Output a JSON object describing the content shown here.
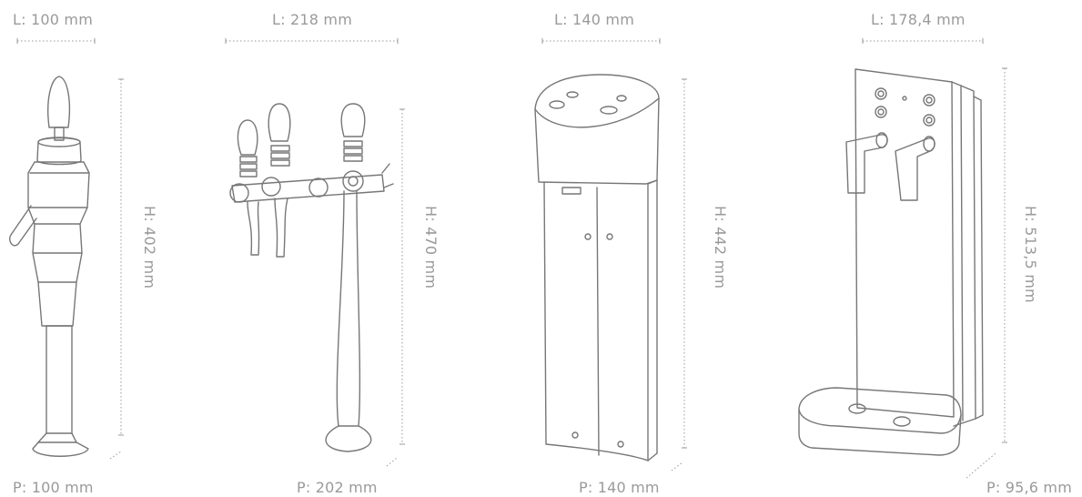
{
  "products": [
    {
      "name": "single-tap-column",
      "length": "L: 100 mm",
      "height": "H: 402 mm",
      "depth": "P: 100 mm"
    },
    {
      "name": "triple-tap-tower",
      "length": "L: 218 mm",
      "height": "H: 470 mm",
      "depth": "P: 202 mm"
    },
    {
      "name": "cabinet-tower",
      "length": "L: 140 mm",
      "height": "H: 442 mm",
      "depth": "P: 140 mm"
    },
    {
      "name": "wall-panel-dispenser",
      "length": "L: 178,4 mm",
      "height": "H: 513,5 mm",
      "depth": "P: 95,6 mm"
    }
  ],
  "colors": {
    "line": "#777777",
    "label": "#9a9a9a",
    "background": "#ffffff"
  }
}
